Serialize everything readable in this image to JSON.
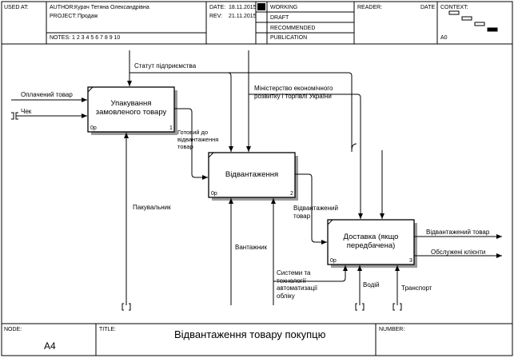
{
  "header": {
    "used_at_label": "USED AT:",
    "author_label": "AUTHOR:",
    "author": "Курач Тетяна Олександрівна",
    "project_label": "PROJECT:",
    "project": "Продаж",
    "notes_label": "NOTES:",
    "notes": "1  2  3  4  5  6  7  8  9  10",
    "date_label": "DATE:",
    "date": "18.11.2015",
    "rev_label": "REV:",
    "rev": "21.11.2015",
    "status": [
      {
        "label": "WORKING",
        "selected": true
      },
      {
        "label": "DRAFT",
        "selected": false
      },
      {
        "label": "RECOMMENDED",
        "selected": false
      },
      {
        "label": "PUBLICATION",
        "selected": false
      }
    ],
    "reader_label": "READER:",
    "reader_date_label": "DATE",
    "context_label": "CONTEXT:",
    "context_node": "A0"
  },
  "activities": [
    {
      "name": "Упакування замовленого товару",
      "cost": "0р",
      "number": "1"
    },
    {
      "name": "Відвантаження",
      "cost": "0р",
      "number": "2"
    },
    {
      "name": "Доставка (якщо передбачена)",
      "cost": "0р",
      "number": "3"
    }
  ],
  "arrows": {
    "statute": "Статут підприємства",
    "ministry": "Міністерство економічного розвитку і торгівлі України",
    "paid_goods": "Оплачений товар",
    "receipt": "Чек",
    "ready_goods": "Готовий до відвантаження товар",
    "shipped_goods_mid": "Відвантажений товар",
    "shipped_goods_out": "Відвантажений товар",
    "served_clients": "Обслужені клієнти",
    "packer": "Пакувальник",
    "loader": "Вантажник",
    "systems": "Системи та технології автоматизації обліку",
    "driver": "Водій",
    "transport": "Транспорт"
  },
  "footer": {
    "node_label": "NODE:",
    "node": "A4",
    "title_label": "TITLE:",
    "title": "Відвантаження  товару  покупцю",
    "number_label": "NUMBER:"
  }
}
